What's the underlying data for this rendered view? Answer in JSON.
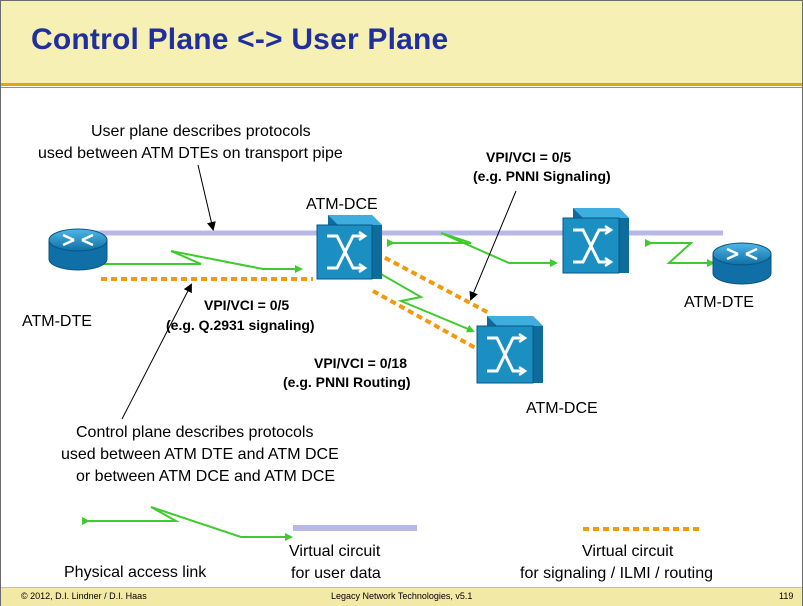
{
  "slide": {
    "title": "Control Plane <-> User Plane",
    "page_number": "119"
  },
  "annotations": {
    "user_plane_line1": "User plane describes protocols",
    "user_plane_line2": "used between ATM DTEs on transport pipe",
    "control_plane_line1": "Control plane describes protocols",
    "control_plane_line2": "used between ATM DTE and ATM  DCE",
    "control_plane_line3": "or between ATM DCE and ATM DCE"
  },
  "nodes": {
    "dte_left": "ATM-DTE",
    "dce_center": "ATM-DCE",
    "dte_right": "ATM-DTE",
    "dce_bottom": "ATM-DCE"
  },
  "vc_labels": {
    "pnni_signaling_vc": "VPI/VCI = 0/5",
    "pnni_signaling_desc": "(e.g. PNNI Signaling)",
    "q2931_vc": "VPI/VCI = 0/5",
    "q2931_desc": "(e.g. Q.2931 signaling)",
    "pnni_routing_vc": "VPI/VCI = 0/18",
    "pnni_routing_desc": "(e.g. PNNI Routing)"
  },
  "legend": {
    "physical_link": "Physical access link",
    "user_vc_line1": "Virtual circuit",
    "user_vc_line2": "for user data",
    "signaling_vc_line1": "Virtual circuit",
    "signaling_vc_line2": "for signaling / ILMI / routing"
  },
  "footer": {
    "copyright": "© 2012, D.I. Lindner / D.I. Haas",
    "course": "Legacy Network Technologies, v5.1"
  },
  "colors": {
    "title": "#1f2f9e",
    "header_bg": "#f7f0b4",
    "header_rule": "#e5a800",
    "physical_link": "#3ecb2e",
    "user_vc": "#b8b8e8",
    "signaling_vc": "#f3990d",
    "switch_fill": "#1b8fc2",
    "router_fill": "#1a8fc9"
  },
  "icons": {
    "router": "router-icon",
    "atm_switch": "atm-switch-icon"
  }
}
